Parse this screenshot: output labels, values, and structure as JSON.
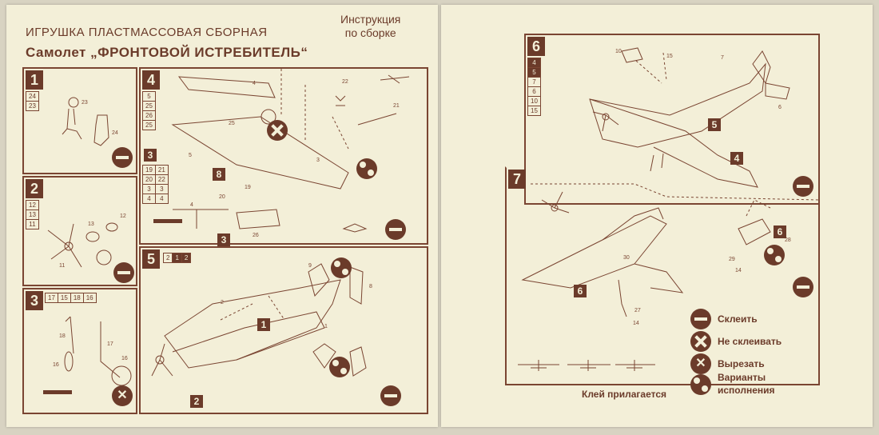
{
  "left_page": {
    "title": "ИГРУШКА ПЛАСТМАССОВАЯ СБОРНАЯ",
    "subtitle": "Самолет „ФРОНТОВОЙ ИСТРЕБИТЕЛЬ“",
    "instructions_line1": "Инструкция",
    "instructions_line2": "по сборке",
    "steps": {
      "s1": {
        "number": "1",
        "parts": [
          "24",
          "23"
        ]
      },
      "s2": {
        "number": "2",
        "parts": [
          "12",
          "13",
          "11"
        ]
      },
      "s3": {
        "number": "3",
        "parts": [
          "17",
          "15",
          "18",
          "16"
        ]
      },
      "s4": {
        "number": "4",
        "parts_a": [
          "5",
          "25",
          "26",
          "25"
        ],
        "sub_step": "3",
        "parts_b": [
          "19",
          "20",
          "3",
          "4"
        ],
        "parts_c": [
          "21",
          "22",
          "3",
          "4"
        ],
        "sub_steps": [
          "8",
          "3"
        ]
      },
      "s5": {
        "number": "5",
        "parts": [
          "2",
          "1",
          "2"
        ],
        "sub_steps": [
          "1",
          "2"
        ]
      }
    }
  },
  "right_page": {
    "steps": {
      "s6": {
        "number": "6",
        "parts": [
          "4",
          "5",
          "7",
          "6",
          "10",
          "15"
        ],
        "sub_steps": [
          "5",
          "4"
        ]
      },
      "s7": {
        "number": "7",
        "sub_steps": [
          "6",
          "6"
        ]
      }
    },
    "legend": [
      {
        "icon": "glue-icon",
        "label": "Склеить"
      },
      {
        "icon": "no-glue-icon",
        "label": "Не склеивать"
      },
      {
        "icon": "cut-icon",
        "label": "Вырезать"
      },
      {
        "icon": "variants-icon",
        "label": "Варианты\nисполнения"
      }
    ],
    "legend_variants_line1": "Варианты",
    "legend_variants_line2": "исполнения",
    "glue_note": "Клей прилагается"
  }
}
